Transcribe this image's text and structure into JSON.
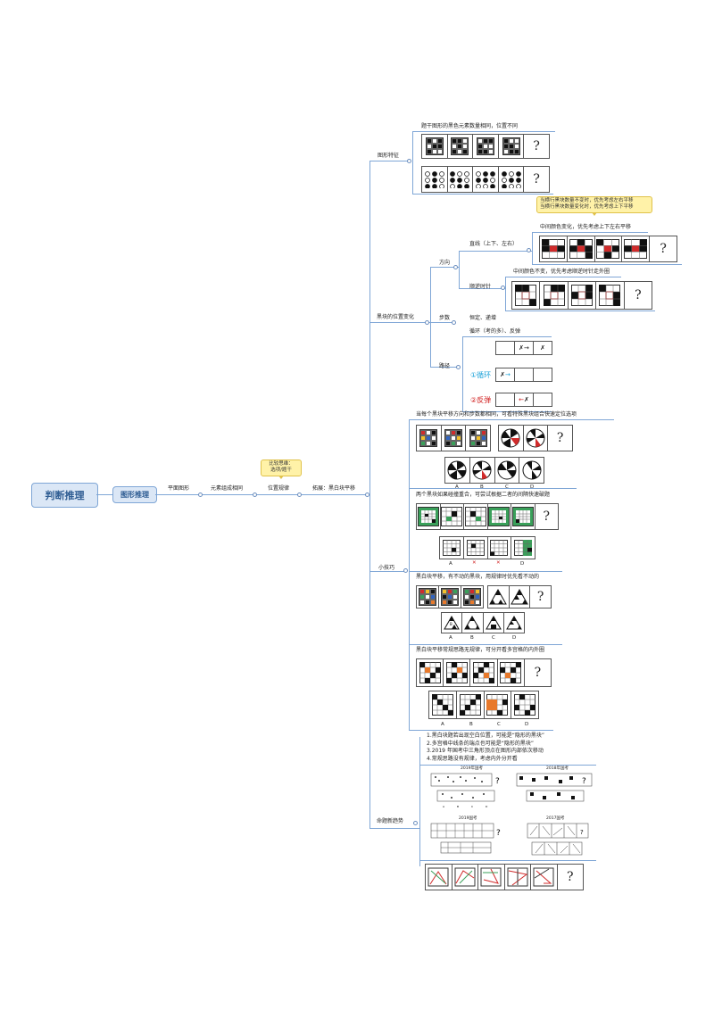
{
  "root": {
    "label": "判断推理"
  },
  "l1": {
    "label": "图形推理"
  },
  "chain": {
    "planar": "平面图形",
    "same_elements": "元素组成相同",
    "position_rule": "位置规律",
    "extension": "拓展：黑白块平移"
  },
  "callout_compare": {
    "line1": "比较思维：",
    "line2": "选项/题干"
  },
  "branches": {
    "features": {
      "label": "图形特征",
      "desc": "题干图形的黑色元素数量相同，位置不同"
    },
    "position_change": {
      "label": "黑块的位置变化",
      "direction": {
        "label": "方向",
        "callout_line1": "当横行黑块数量不变时，优先考虑左右平移",
        "callout_line2": "当横行黑块数量变化时，优先考虑上下平移",
        "straight": "直线（上下、左右）",
        "straight_desc": "中间颜色变化，优先考虑上下左右平移",
        "cw": "顺逆时针",
        "cw_desc": "中间颜色不变，优先考虑顺逆时针走外圈"
      },
      "steps": {
        "label": "步数",
        "desc": "恒定、递增"
      },
      "path": {
        "label": "路径",
        "desc": "循环（考的多）、反弹",
        "loop": "①循环",
        "bounce": "②反弹"
      }
    },
    "tips": {
      "label": "小技巧",
      "t1": "当每个黑块平移方向和步数都相同，可看特殊黑块组合快速定位选项",
      "t2": "两个黑块如果碰撞重合，可尝试根据二者的间隔快速破题",
      "t3": "黑白块平移，有不动的黑块，用规律时优先看不动的",
      "t4": "黑白块平移常规思路无规律，可分开看多宫格的内外圈",
      "options": [
        "A",
        "B",
        "C",
        "D"
      ],
      "cross": "✕"
    },
    "new_trends": {
      "label": "命题新趋势",
      "notes": [
        "1.黑白块题若出现空白位置，可能是“隐形的黑块”",
        "2.多宫格中线条的端点也可能是“隐形的黑块”",
        "3.2019 年国考中三角形顶点在图形内部依次移动",
        "4.常规思路没有规律，考虑内外分开看"
      ],
      "year_2019": "2019年国考",
      "year_2018": "2018年国考",
      "year_2019b": "2019国考",
      "year_2017": "2017国考"
    }
  },
  "question_mark": "?",
  "colors": {
    "node_fill": "#dbe7f6",
    "node_border": "#7fa6d6",
    "line": "#7fa6d6",
    "callout": "#fff2a8",
    "accent_red": "#d01c1c",
    "accent_blue": "#18a0d8"
  }
}
